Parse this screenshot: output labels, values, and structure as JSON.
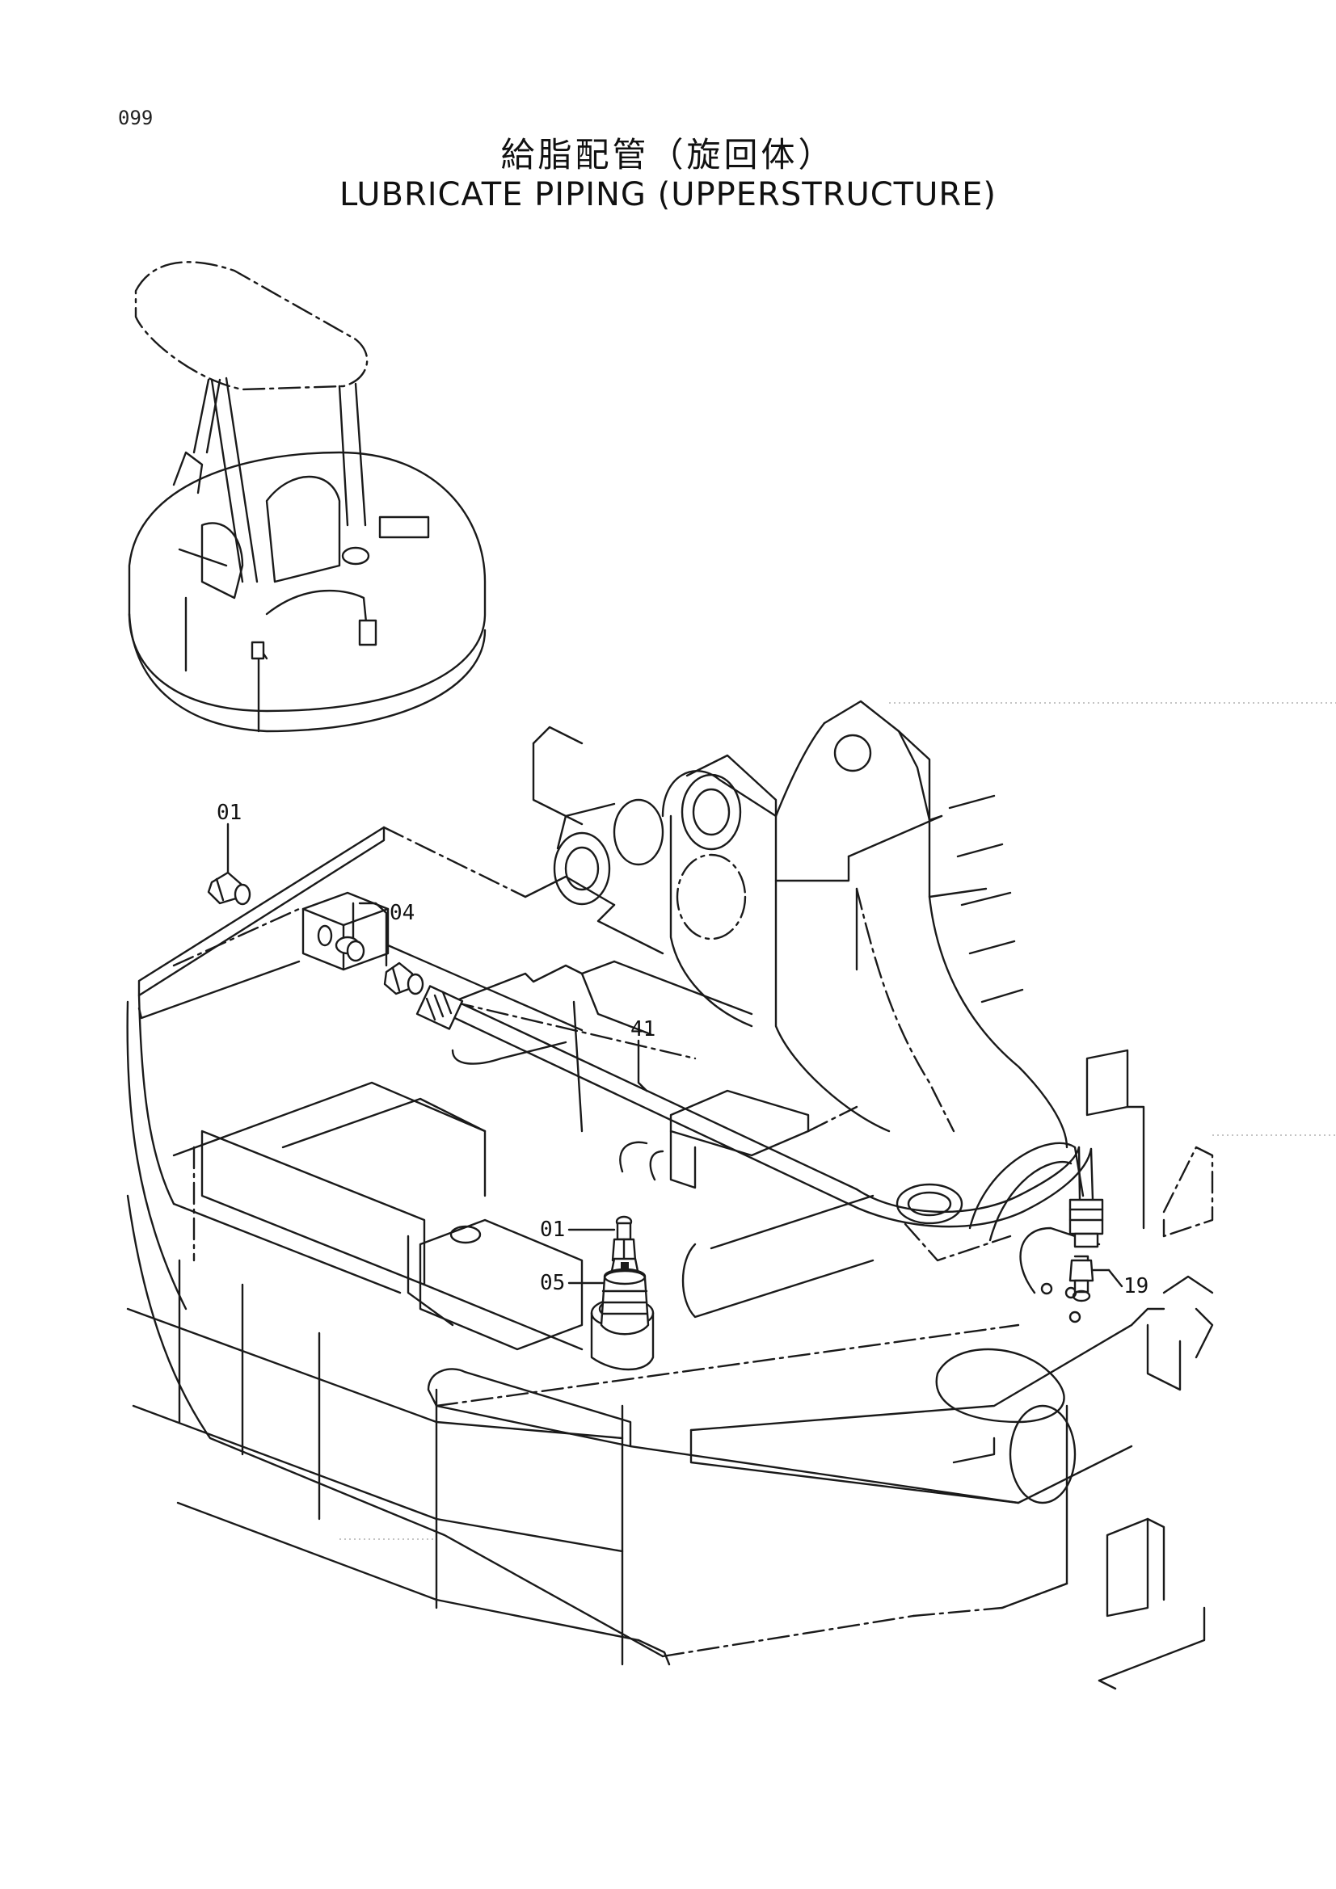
{
  "page_number": "099",
  "title_ja": "給脂配管（旋回体）",
  "title_en": "LUBRICATE PIPING (UPPERSTRUCTURE)",
  "callouts": [
    {
      "id": "01-top",
      "label": "01"
    },
    {
      "id": "04",
      "label": "04"
    },
    {
      "id": "41",
      "label": "41"
    },
    {
      "id": "01-mid",
      "label": "01"
    },
    {
      "id": "05",
      "label": "05"
    },
    {
      "id": "19",
      "label": "19"
    }
  ]
}
